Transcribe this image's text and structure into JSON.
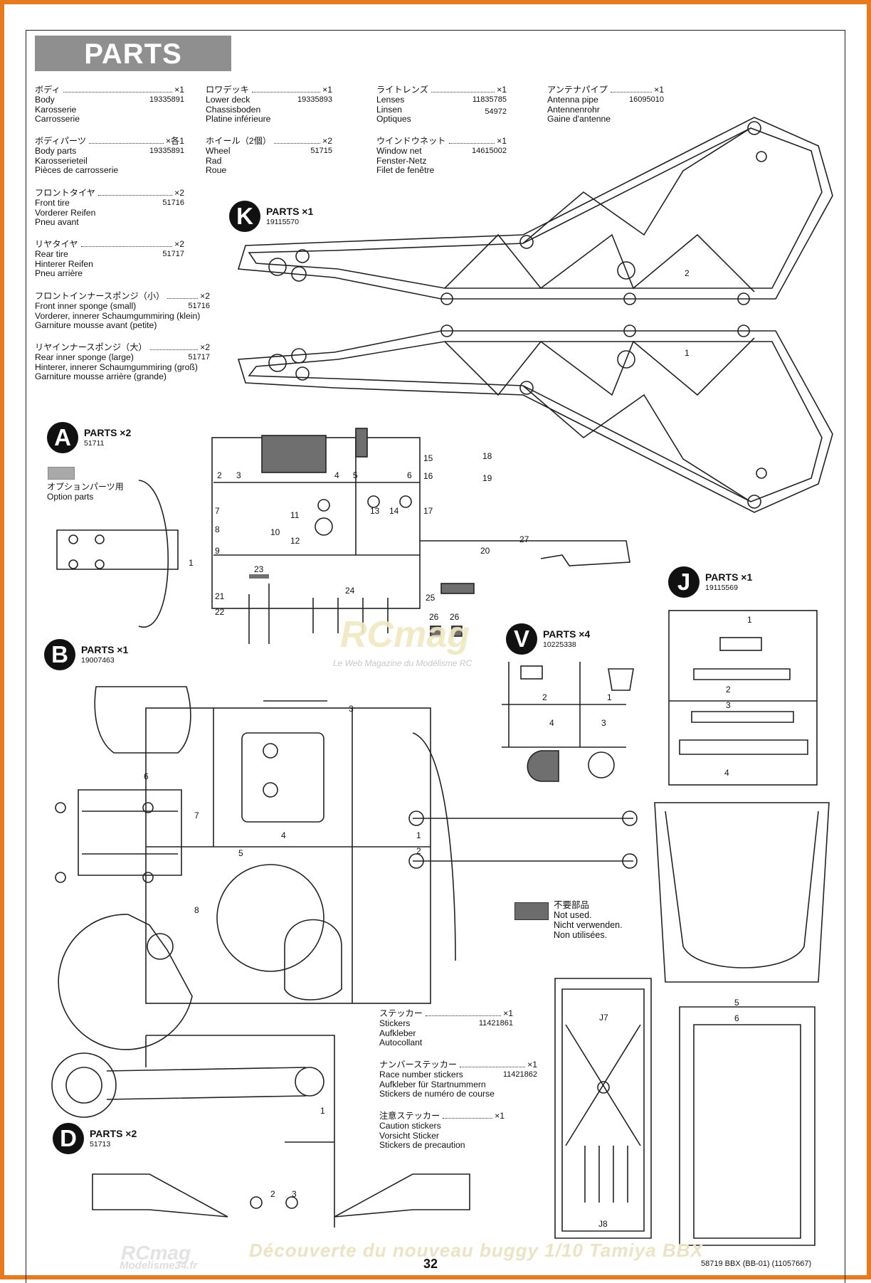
{
  "header": {
    "title": "PARTS"
  },
  "items": [
    {
      "jp": "ボディ",
      "qty": "×1",
      "num": "19335891",
      "lines": [
        "Body",
        "Karosserie",
        "Carrosserie"
      ]
    },
    {
      "jp": "ボディパーツ",
      "qty": "×各1",
      "num": "19335891",
      "lines": [
        "Body parts",
        "Karosserieteil",
        "Pièces de carrosserie"
      ]
    },
    {
      "jp": "フロントタイヤ",
      "qty": "×2",
      "num": "51716",
      "lines": [
        "Front tire",
        "Vorderer Reifen",
        "Pneu avant"
      ]
    },
    {
      "jp": "リヤタイヤ",
      "qty": "×2",
      "num": "51717",
      "lines": [
        "Rear tire",
        "Hinterer Reifen",
        "Pneu arrière"
      ]
    },
    {
      "jp": "フロントインナースポンジ（小）",
      "qty": "×2",
      "num": "51716",
      "lines": [
        "Front inner sponge (small)",
        "Vorderer, innerer Schaumgummiring (klein)",
        "Garniture mousse avant (petite)"
      ]
    },
    {
      "jp": "リヤインナースポンジ（大）",
      "qty": "×2",
      "num": "51717",
      "lines": [
        "Rear inner sponge (large)",
        "Hinterer, innerer Schaumgummiring (groß)",
        "Garniture mousse arrière (grande)"
      ]
    },
    {
      "jp": "ロワデッキ",
      "qty": "×1",
      "num": "19335893",
      "lines": [
        "Lower deck",
        "Chassisboden",
        "Platine inférieure"
      ]
    },
    {
      "jp": "ホイール（2個）",
      "qty": "×2",
      "num": "51715",
      "lines": [
        "Wheel",
        "Rad",
        "Roue"
      ]
    },
    {
      "jp": "ライトレンズ",
      "qty": "×1",
      "num": "11835785",
      "num2": "54972",
      "lines": [
        "Lenses",
        "Linsen",
        "Optiques"
      ]
    },
    {
      "jp": "ウインドウネット",
      "qty": "×1",
      "num": "14615002",
      "lines": [
        "Window net",
        "Fenster-Netz",
        "Filet de fenêtre"
      ]
    },
    {
      "jp": "アンテナパイプ",
      "qty": "×1",
      "num": "16095010",
      "lines": [
        "Antenna pipe",
        "Antennenrohr",
        "Gaine d'antenne"
      ]
    },
    {
      "jp": "ステッカー",
      "qty": "×1",
      "num": "11421861",
      "lines": [
        "Stickers",
        "Aufkleber",
        "Autocollant"
      ]
    },
    {
      "jp": "ナンバーステッカー",
      "qty": "×1",
      "num": "11421862",
      "lines": [
        "Race number stickers",
        "Aufkleber für Startnummern",
        "Stickers de numéro de course"
      ]
    },
    {
      "jp": "注意ステッカー",
      "qty": "×1",
      "lines": [
        "Caution stickers",
        "Vorsicht Sticker",
        "Stickers de precaution"
      ]
    }
  ],
  "trees": [
    {
      "letter": "K",
      "label": "PARTS ×1",
      "num": "19115570"
    },
    {
      "letter": "A",
      "label": "PARTS ×2",
      "num": "51711"
    },
    {
      "letter": "J",
      "label": "PARTS ×1",
      "num": "19115569"
    },
    {
      "letter": "V",
      "label": "PARTS ×4",
      "num": "10225338"
    },
    {
      "letter": "B",
      "label": "PARTS ×1",
      "num": "19007463"
    },
    {
      "letter": "D",
      "label": "PARTS ×2",
      "num": "51713"
    }
  ],
  "option": {
    "jp": "オプションパーツ用",
    "en": "Option parts"
  },
  "not_used": {
    "jp": "不要部品",
    "en": "Not used.",
    "de": "Nicht verwenden.",
    "fr": "Non utilisées."
  },
  "part_numbers": {
    "K": [
      "2",
      "1"
    ],
    "A": [
      "1",
      "2",
      "3",
      "4",
      "5",
      "6",
      "7",
      "8",
      "9",
      "10",
      "11",
      "12",
      "13",
      "14",
      "15",
      "16",
      "17",
      "18",
      "19",
      "20",
      "21",
      "22",
      "23",
      "24",
      "25",
      "26",
      "26",
      "27"
    ],
    "J": [
      "1",
      "2",
      "3",
      "4",
      "5",
      "6",
      "J7",
      "J8"
    ],
    "V": [
      "1",
      "2",
      "3",
      "4"
    ],
    "B": [
      "1",
      "2",
      "3",
      "4",
      "5",
      "6",
      "7",
      "8"
    ],
    "D": [
      "1",
      "2",
      "3"
    ]
  },
  "footer": {
    "page": "32",
    "code": "58719 BBX (BB-01) (11057667)"
  },
  "watermark": {
    "logo": "RCmag",
    "site": "Modelisme34.fr",
    "headline": "Découverte du nouveau buggy 1/10 Tamiya BBX",
    "mid_logo": "RCmag",
    "mid_sub": "Le Web Magazine du Modélisme RC"
  }
}
